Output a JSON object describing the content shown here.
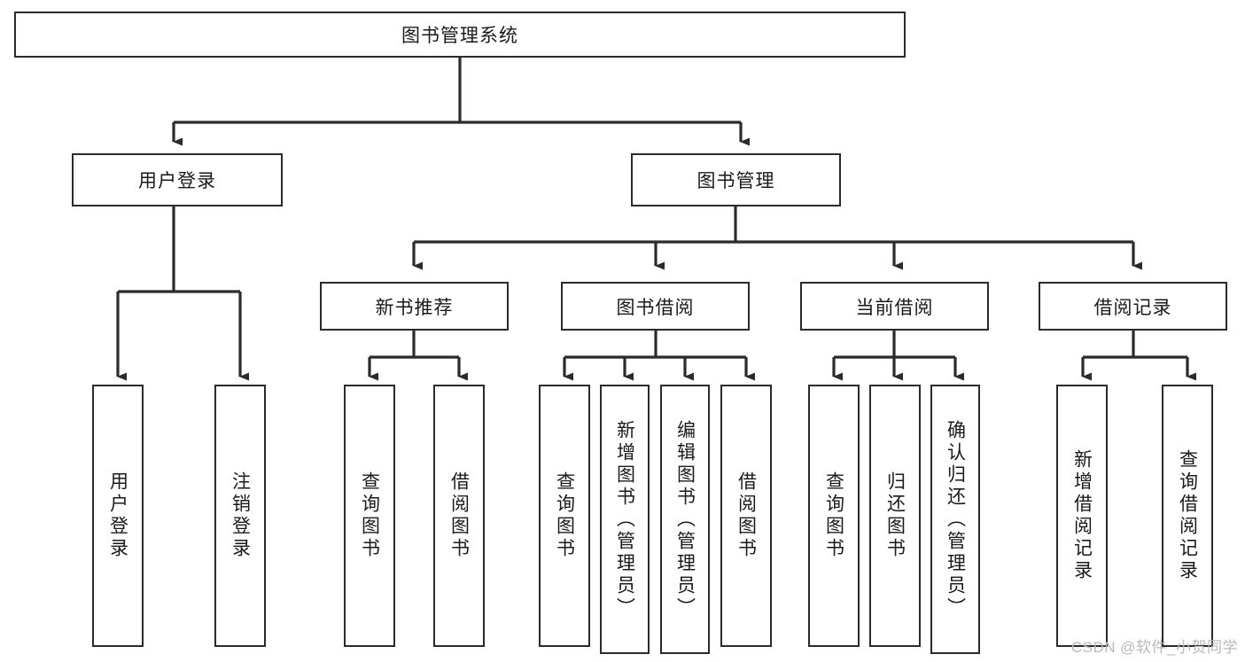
{
  "diagram": {
    "type": "tree-hierarchy",
    "title": "图书管理系统",
    "colors": {
      "box_border": "#2b2b2b",
      "box_fill": "#ffffff",
      "edge": "#2b2b2b",
      "text": "#1a1a1a",
      "watermark": "#b9b9b9",
      "background": "#ffffff"
    },
    "root": {
      "label": "图书管理系统"
    },
    "level2": [
      {
        "id": "login",
        "label": "用户登录"
      },
      {
        "id": "bookmgmt",
        "label": "图书管理"
      }
    ],
    "level3": [
      {
        "id": "newbook",
        "label": "新书推荐",
        "parent": "bookmgmt"
      },
      {
        "id": "borrow",
        "label": "图书借阅",
        "parent": "bookmgmt"
      },
      {
        "id": "current",
        "label": "当前借阅",
        "parent": "bookmgmt"
      },
      {
        "id": "records",
        "label": "借阅记录",
        "parent": "bookmgmt"
      }
    ],
    "leaves": [
      {
        "id": "leaf-1",
        "label": "用户登录",
        "parent": "login"
      },
      {
        "id": "leaf-2",
        "label": "注销登录",
        "parent": "login"
      },
      {
        "id": "leaf-3",
        "label": "查询图书",
        "parent": "newbook"
      },
      {
        "id": "leaf-4",
        "label": "借阅图书",
        "parent": "newbook"
      },
      {
        "id": "leaf-5",
        "label": "查询图书",
        "parent": "borrow"
      },
      {
        "id": "leaf-6",
        "label": "新增图书（管理员）",
        "parent": "borrow"
      },
      {
        "id": "leaf-7",
        "label": "编辑图书（管理员）",
        "parent": "borrow"
      },
      {
        "id": "leaf-8",
        "label": "借阅图书",
        "parent": "borrow"
      },
      {
        "id": "leaf-9",
        "label": "查询图书",
        "parent": "current"
      },
      {
        "id": "leaf-10",
        "label": "归还图书",
        "parent": "current"
      },
      {
        "id": "leaf-11",
        "label": "确认归还（管理员）",
        "parent": "current"
      },
      {
        "id": "leaf-12",
        "label": "新增借阅记录",
        "parent": "records"
      },
      {
        "id": "leaf-13",
        "label": "查询借阅记录",
        "parent": "records"
      }
    ]
  },
  "watermark": {
    "text": "CSDN @软件_小贺同学"
  }
}
